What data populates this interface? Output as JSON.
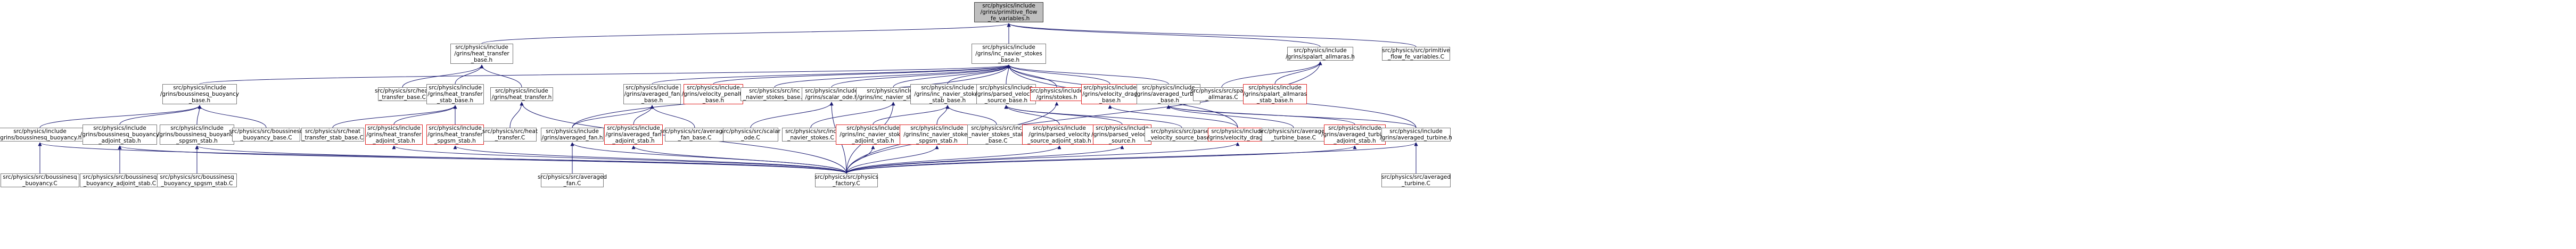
{
  "colors": {
    "edge": "#191970",
    "node_border": "#7a7a7a",
    "node_border_missing": "#e02020",
    "focus_fill": "#bfbfbf"
  },
  "nodes": [
    {
      "id": "root",
      "lines": [
        "src/physics/include",
        "/grins/primitive_flow",
        "_fe_variables.h"
      ],
      "focus": true
    },
    {
      "id": "heat_transfer_base",
      "lines": [
        "src/physics/include",
        "/grins/heat_transfer",
        "_base.h"
      ]
    },
    {
      "id": "inc_navier_stokes_base",
      "lines": [
        "src/physics/include",
        "/grins/inc_navier_stokes",
        "_base.h"
      ]
    },
    {
      "id": "spalart_allmaras",
      "lines": [
        "src/physics/include",
        "/grins/spalart_allmaras.h"
      ]
    },
    {
      "id": "primitive_flow_fe_variables_C",
      "lines": [
        "src/physics/src/primitive",
        "_flow_fe_variables.C"
      ]
    },
    {
      "id": "boussinesq_buoyancy_base",
      "lines": [
        "src/physics/include",
        "/grins/boussinesq_buoyancy",
        "_base.h"
      ]
    },
    {
      "id": "heat_transfer_base_C",
      "lines": [
        "src/physics/src/heat",
        "_transfer_base.C"
      ]
    },
    {
      "id": "heat_transfer_stab_base",
      "lines": [
        "src/physics/include",
        "/grins/heat_transfer",
        "_stab_base.h"
      ]
    },
    {
      "id": "heat_transfer",
      "lines": [
        "src/physics/include",
        "/grins/heat_transfer.h"
      ]
    },
    {
      "id": "averaged_fan_base",
      "lines": [
        "src/physics/include",
        "/grins/averaged_fan",
        "_base.h"
      ]
    },
    {
      "id": "velocity_penalty_base",
      "lines": [
        "src/physics/include",
        "/grins/velocity_penalty",
        "_base.h"
      ],
      "missing": true
    },
    {
      "id": "inc_navier_stokes_base_C",
      "lines": [
        "src/physics/src/inc",
        "_navier_stokes_base.C"
      ]
    },
    {
      "id": "scalar_ode",
      "lines": [
        "src/physics/include",
        "/grins/scalar_ode.h"
      ]
    },
    {
      "id": "inc_navier_stokes",
      "lines": [
        "src/physics/include",
        "/grins/inc_navier_stokes.h"
      ]
    },
    {
      "id": "inc_navier_stokes_stab_base",
      "lines": [
        "src/physics/include",
        "/grins/inc_navier_stokes",
        "_stab_base.h"
      ]
    },
    {
      "id": "parsed_velocity_source_base",
      "lines": [
        "src/physics/include",
        "/grins/parsed_velocity",
        "_source_base.h"
      ]
    },
    {
      "id": "stokes",
      "lines": [
        "src/physics/include",
        "/grins/stokes.h"
      ],
      "missing": true
    },
    {
      "id": "velocity_drag_base",
      "lines": [
        "src/physics/include",
        "/grins/velocity_drag",
        "_base.h"
      ],
      "missing": true
    },
    {
      "id": "averaged_turbine_base",
      "lines": [
        "src/physics/include",
        "/grins/averaged_turbine",
        "_base.h"
      ]
    },
    {
      "id": "spalart_allmaras_C",
      "lines": [
        "src/physics/src/spalart",
        "_allmaras.C"
      ]
    },
    {
      "id": "spalart_allmaras_stab_base",
      "lines": [
        "src/physics/include",
        "/grins/spalart_allmaras",
        "_stab_base.h"
      ],
      "missing": true
    },
    {
      "id": "boussinesq_buoyancy",
      "lines": [
        "src/physics/include",
        "/grins/boussinesq_buoyancy.h"
      ]
    },
    {
      "id": "boussinesq_buoyancy_adjoint_stab",
      "lines": [
        "src/physics/include",
        "/grins/boussinesq_buoyancy",
        "_adjoint_stab.h"
      ]
    },
    {
      "id": "boussinesq_buoyancy_spgsm_stab",
      "lines": [
        "src/physics/include",
        "/grins/boussinesq_buoyancy",
        "_spgsm_stab.h"
      ]
    },
    {
      "id": "boussinesq_buoyancy_base_C",
      "lines": [
        "src/physics/src/boussinesq",
        "_buoyancy_base.C"
      ]
    },
    {
      "id": "heat_transfer_stab_base_C",
      "lines": [
        "src/physics/src/heat",
        "_transfer_stab_base.C"
      ]
    },
    {
      "id": "heat_transfer_adjoint_stab",
      "lines": [
        "src/physics/include",
        "/grins/heat_transfer",
        "_adjoint_stab.h"
      ],
      "missing": true
    },
    {
      "id": "heat_transfer_spgsm_stab",
      "lines": [
        "src/physics/include",
        "/grins/heat_transfer",
        "_spgsm_stab.h"
      ],
      "missing": true
    },
    {
      "id": "heat_transfer_C",
      "lines": [
        "src/physics/src/heat",
        "_transfer.C"
      ]
    },
    {
      "id": "averaged_fan",
      "lines": [
        "src/physics/include",
        "/grins/averaged_fan.h"
      ]
    },
    {
      "id": "averaged_fan_adjoint_stab",
      "lines": [
        "src/physics/include",
        "/grins/averaged_fan",
        "_adjoint_stab.h"
      ],
      "missing": true
    },
    {
      "id": "averaged_fan_base_C",
      "lines": [
        "src/physics/src/averaged",
        "_fan_base.C"
      ]
    },
    {
      "id": "scalar_ode_C",
      "lines": [
        "src/physics/src/scalar",
        "_ode.C"
      ]
    },
    {
      "id": "inc_navier_stokes_C",
      "lines": [
        "src/physics/src/inc",
        "_navier_stokes.C"
      ]
    },
    {
      "id": "inc_navier_stokes_adjoint_stab",
      "lines": [
        "src/physics/include",
        "/grins/inc_navier_stokes",
        "_adjoint_stab.h"
      ],
      "missing": true
    },
    {
      "id": "inc_navier_stokes_spgsm_stab",
      "lines": [
        "src/physics/include",
        "/grins/inc_navier_stokes",
        "_spgsm_stab.h"
      ],
      "missing": true
    },
    {
      "id": "inc_navier_stokes_stab_base_C",
      "lines": [
        "src/physics/src/inc",
        "_navier_stokes_stab",
        "_base.C"
      ]
    },
    {
      "id": "parsed_velocity_source_adjoint_stab",
      "lines": [
        "src/physics/include",
        "/grins/parsed_velocity",
        "_source_adjoint_stab.h"
      ],
      "missing": true
    },
    {
      "id": "parsed_velocity_source",
      "lines": [
        "src/physics/include",
        "/grins/parsed_velocity",
        "_source.h"
      ],
      "missing": true
    },
    {
      "id": "parsed_velocity_source_base_C",
      "lines": [
        "src/physics/src/parsed",
        "_velocity_source_base.C"
      ]
    },
    {
      "id": "velocity_drag",
      "lines": [
        "src/physics/include",
        "/grins/velocity_drag.h"
      ],
      "missing": true
    },
    {
      "id": "averaged_turbine_base_C",
      "lines": [
        "src/physics/src/averaged",
        "_turbine_base.C"
      ]
    },
    {
      "id": "averaged_turbine_adjoint_stab",
      "lines": [
        "src/physics/include",
        "/grins/averaged_turbine",
        "_adjoint_stab.h"
      ],
      "missing": true
    },
    {
      "id": "averaged_turbine",
      "lines": [
        "src/physics/include",
        "/grins/averaged_turbine.h"
      ]
    },
    {
      "id": "boussinesq_buoyancy_C",
      "lines": [
        "src/physics/src/boussinesq",
        "_buoyancy.C"
      ]
    },
    {
      "id": "boussinesq_buoyancy_adjoint_stab_C",
      "lines": [
        "src/physics/src/boussinesq",
        "_buoyancy_adjoint_stab.C"
      ]
    },
    {
      "id": "boussinesq_buoyancy_spgsm_stab_C",
      "lines": [
        "src/physics/src/boussinesq",
        "_buoyancy_spgsm_stab.C"
      ]
    },
    {
      "id": "physics_factory",
      "lines": [
        "src/physics/src/physics",
        "_factory.C"
      ]
    },
    {
      "id": "averaged_fan_C",
      "lines": [
        "src/physics/src/averaged",
        "_fan.C"
      ]
    },
    {
      "id": "averaged_turbine_C",
      "lines": [
        "src/physics/src/averaged",
        "_turbine.C"
      ]
    }
  ],
  "edges": [
    [
      "heat_transfer_base",
      "root"
    ],
    [
      "inc_navier_stokes_base",
      "root"
    ],
    [
      "spalart_allmaras",
      "root"
    ],
    [
      "primitive_flow_fe_variables_C",
      "root"
    ],
    [
      "boussinesq_buoyancy_base",
      "inc_navier_stokes_base"
    ],
    [
      "heat_transfer_base_C",
      "heat_transfer_base"
    ],
    [
      "heat_transfer_stab_base",
      "heat_transfer_base"
    ],
    [
      "heat_transfer",
      "heat_transfer_base"
    ],
    [
      "averaged_fan_base",
      "inc_navier_stokes_base"
    ],
    [
      "velocity_penalty_base",
      "inc_navier_stokes_base"
    ],
    [
      "inc_navier_stokes_base_C",
      "inc_navier_stokes_base"
    ],
    [
      "scalar_ode",
      "inc_navier_stokes_base"
    ],
    [
      "inc_navier_stokes",
      "inc_navier_stokes_base"
    ],
    [
      "inc_navier_stokes_stab_base",
      "inc_navier_stokes_base"
    ],
    [
      "parsed_velocity_source_base",
      "inc_navier_stokes_base"
    ],
    [
      "stokes",
      "inc_navier_stokes_base"
    ],
    [
      "velocity_drag_base",
      "inc_navier_stokes_base"
    ],
    [
      "averaged_turbine_base",
      "inc_navier_stokes_base"
    ],
    [
      "averaged_fan",
      "inc_navier_stokes_base"
    ],
    [
      "averaged_turbine",
      "inc_navier_stokes_base"
    ],
    [
      "velocity_drag",
      "inc_navier_stokes_base"
    ],
    [
      "spalart_allmaras_C",
      "spalart_allmaras"
    ],
    [
      "spalart_allmaras_stab_base",
      "spalart_allmaras"
    ],
    [
      "physics_factory",
      "spalart_allmaras"
    ],
    [
      "boussinesq_buoyancy",
      "boussinesq_buoyancy_base"
    ],
    [
      "boussinesq_buoyancy_adjoint_stab",
      "boussinesq_buoyancy_base"
    ],
    [
      "boussinesq_buoyancy_spgsm_stab",
      "boussinesq_buoyancy_base"
    ],
    [
      "boussinesq_buoyancy_base_C",
      "boussinesq_buoyancy_base"
    ],
    [
      "heat_transfer_stab_base_C",
      "heat_transfer_stab_base"
    ],
    [
      "heat_transfer_adjoint_stab",
      "heat_transfer_stab_base"
    ],
    [
      "heat_transfer_spgsm_stab",
      "heat_transfer_stab_base"
    ],
    [
      "heat_transfer_C",
      "heat_transfer"
    ],
    [
      "physics_factory",
      "heat_transfer"
    ],
    [
      "averaged_fan",
      "averaged_fan_base"
    ],
    [
      "averaged_fan_adjoint_stab",
      "averaged_fan_base"
    ],
    [
      "averaged_fan_base_C",
      "averaged_fan_base"
    ],
    [
      "scalar_ode_C",
      "scalar_ode"
    ],
    [
      "physics_factory",
      "scalar_ode"
    ],
    [
      "inc_navier_stokes_C",
      "inc_navier_stokes"
    ],
    [
      "physics_factory",
      "inc_navier_stokes"
    ],
    [
      "inc_navier_stokes_adjoint_stab",
      "inc_navier_stokes_stab_base"
    ],
    [
      "inc_navier_stokes_spgsm_stab",
      "inc_navier_stokes_stab_base"
    ],
    [
      "inc_navier_stokes_stab_base_C",
      "inc_navier_stokes_stab_base"
    ],
    [
      "parsed_velocity_source_adjoint_stab",
      "parsed_velocity_source_base"
    ],
    [
      "parsed_velocity_source",
      "parsed_velocity_source_base"
    ],
    [
      "parsed_velocity_source_base_C",
      "parsed_velocity_source_base"
    ],
    [
      "physics_factory",
      "stokes"
    ],
    [
      "velocity_drag",
      "velocity_drag_base"
    ],
    [
      "averaged_turbine_base_C",
      "averaged_turbine_base"
    ],
    [
      "averaged_turbine_adjoint_stab",
      "averaged_turbine_base"
    ],
    [
      "averaged_turbine",
      "averaged_turbine_base"
    ],
    [
      "boussinesq_buoyancy_C",
      "boussinesq_buoyancy"
    ],
    [
      "physics_factory",
      "boussinesq_buoyancy"
    ],
    [
      "boussinesq_buoyancy_adjoint_stab_C",
      "boussinesq_buoyancy_adjoint_stab"
    ],
    [
      "physics_factory",
      "boussinesq_buoyancy_adjoint_stab"
    ],
    [
      "boussinesq_buoyancy_spgsm_stab_C",
      "boussinesq_buoyancy_spgsm_stab"
    ],
    [
      "physics_factory",
      "boussinesq_buoyancy_spgsm_stab"
    ],
    [
      "physics_factory",
      "heat_transfer_adjoint_stab"
    ],
    [
      "physics_factory",
      "heat_transfer_spgsm_stab"
    ],
    [
      "physics_factory",
      "averaged_fan"
    ],
    [
      "averaged_fan_C",
      "averaged_fan"
    ],
    [
      "physics_factory",
      "averaged_fan_adjoint_stab"
    ],
    [
      "physics_factory",
      "inc_navier_stokes_adjoint_stab"
    ],
    [
      "physics_factory",
      "inc_navier_stokes_spgsm_stab"
    ],
    [
      "physics_factory",
      "parsed_velocity_source_adjoint_stab"
    ],
    [
      "physics_factory",
      "parsed_velocity_source"
    ],
    [
      "physics_factory",
      "velocity_drag"
    ],
    [
      "physics_factory",
      "averaged_turbine_adjoint_stab"
    ],
    [
      "physics_factory",
      "averaged_turbine"
    ],
    [
      "averaged_turbine_C",
      "averaged_turbine"
    ]
  ]
}
